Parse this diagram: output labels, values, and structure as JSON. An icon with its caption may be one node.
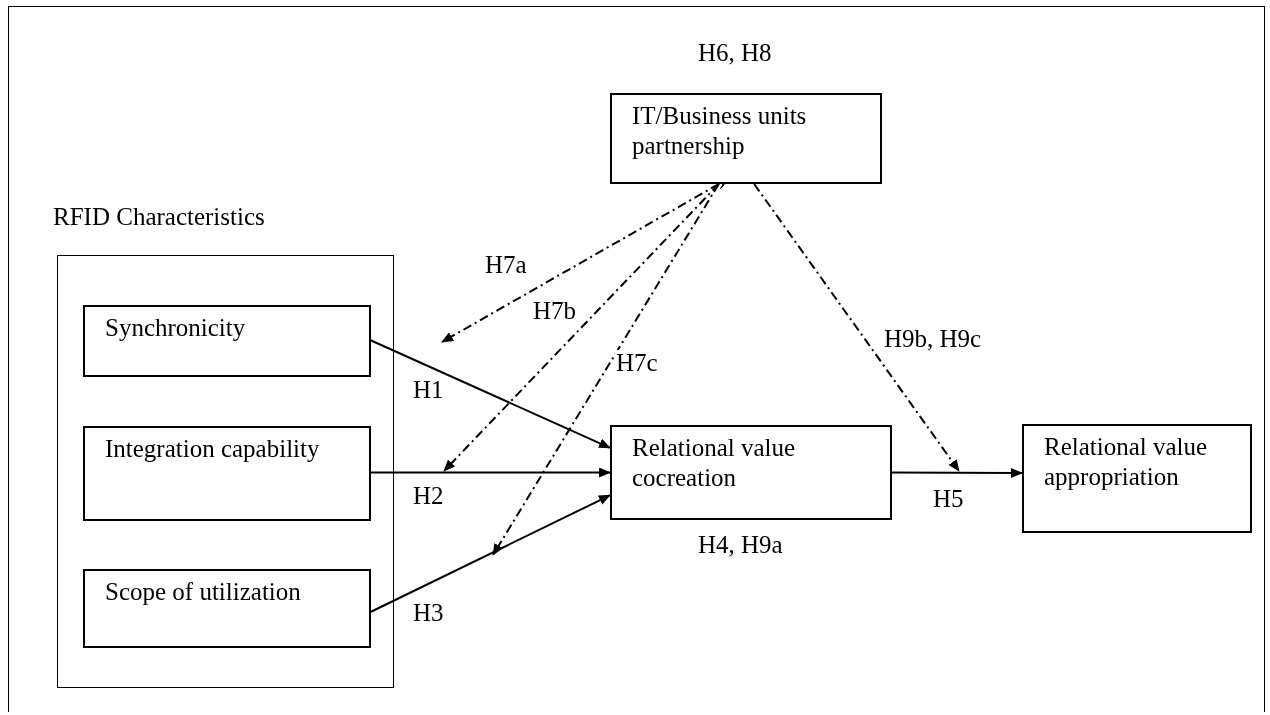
{
  "diagram": {
    "nodes": [
      {
        "text": [
          "RFID Characteristics"
        ]
      },
      {
        "text": [
          "Synchronicity"
        ],
        "in": 0
      },
      {
        "text": [
          "Integration capability"
        ],
        "in": 0
      },
      {
        "text": [
          "Scope of utilization"
        ],
        "in": 0
      },
      {
        "text": [
          "IT/Business units partnership"
        ],
        "beside": [
          "H6, H8"
        ]
      },
      {
        "text": [
          "Relational value cocreation"
        ],
        "beside": [
          "H4, H9a"
        ]
      },
      {
        "text": [
          "Relational value appropriation"
        ]
      }
    ],
    "edges": [
      {
        "from": 1,
        "to": 5,
        "arrow": "to",
        "label": "H1"
      },
      {
        "from": 2,
        "to": 5,
        "arrow": "to",
        "label": "H2"
      },
      {
        "from": 3,
        "to": 5,
        "arrow": "to",
        "label": "H3"
      },
      {
        "from": 5,
        "to": 6,
        "arrow": "to",
        "label": "H5"
      },
      {
        "from": 4,
        "to": null,
        "arrow": "both",
        "label": "H7a",
        "style": "dashed"
      },
      {
        "from": 4,
        "to": null,
        "arrow": "both",
        "label": "H7b",
        "style": "dashed"
      },
      {
        "from": 4,
        "to": null,
        "arrow": "both",
        "label": "H7c",
        "style": "dashed"
      },
      {
        "from": 4,
        "to": null,
        "arrow": "to",
        "label": "H9b, H9c",
        "style": "dashed"
      }
    ]
  }
}
